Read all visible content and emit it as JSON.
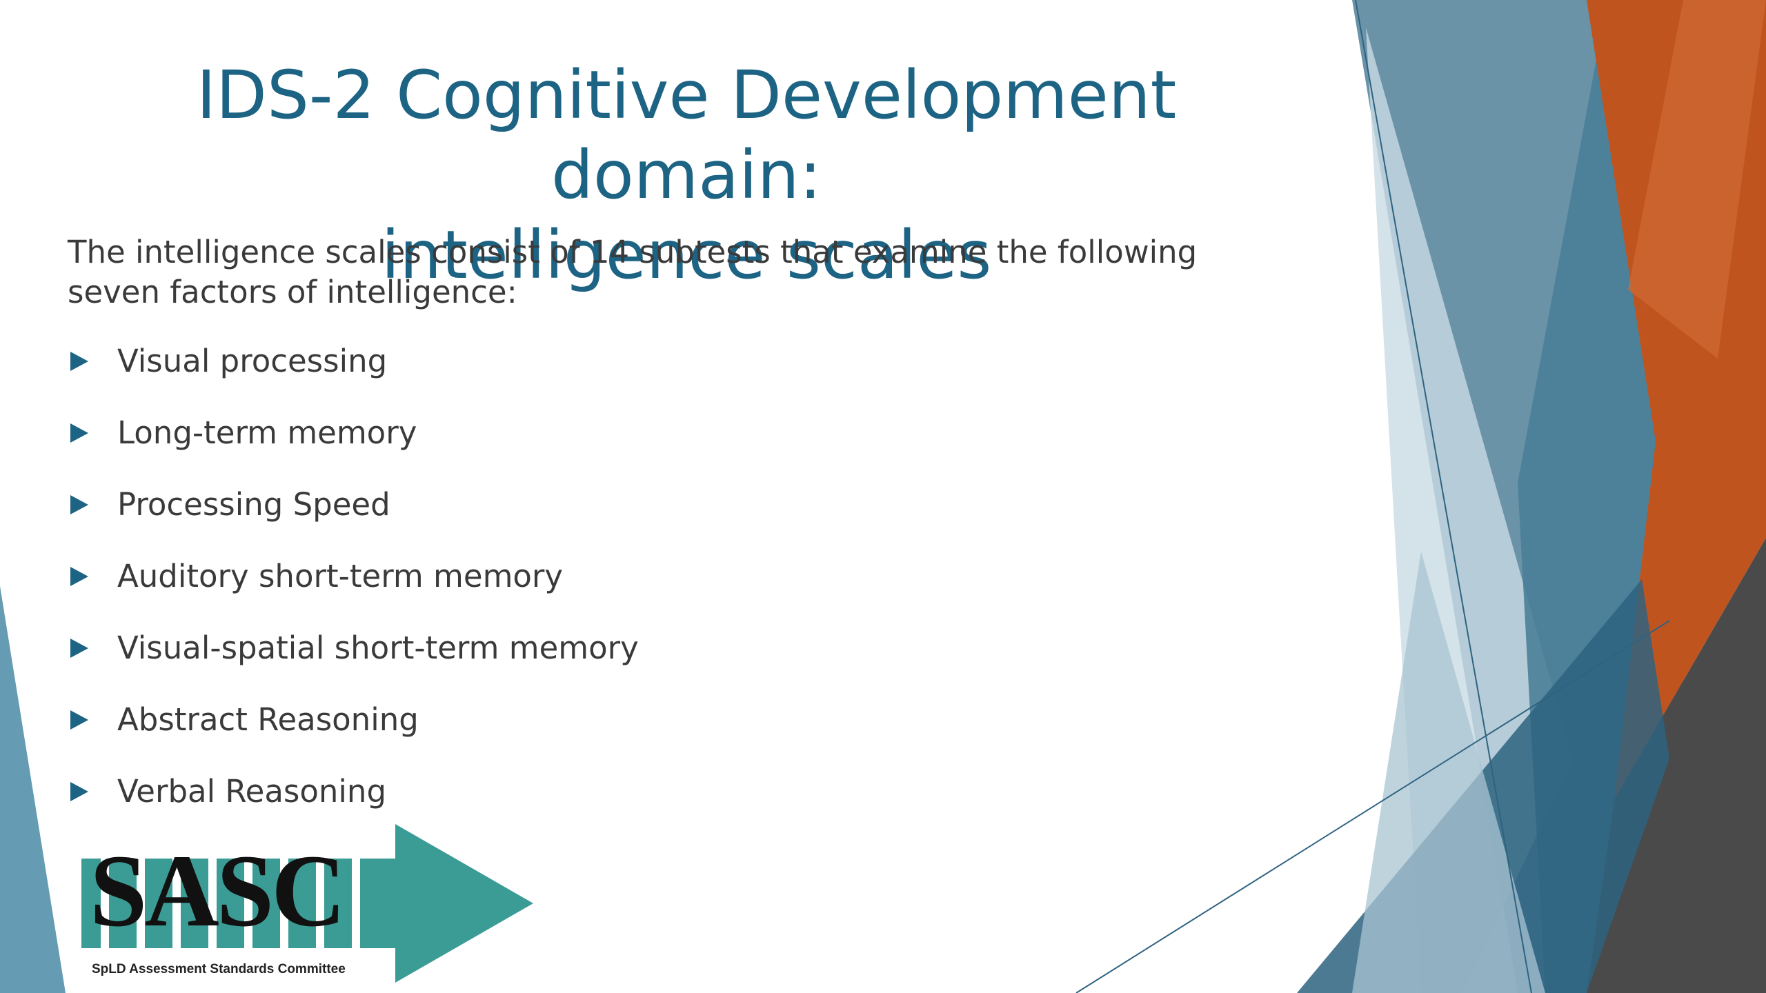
{
  "slide": {
    "title_line1": "IDS-2 Cognitive Development domain:",
    "title_line2": "intelligence scales",
    "intro": "The intelligence scales consist of 14 subtests that examine the following seven factors of intelligence:",
    "bullets": [
      "Visual processing",
      "Long-term memory",
      "Processing Speed",
      "Auditory short-term memory",
      "Visual-spatial short-term memory",
      "Abstract Reasoning",
      "Verbal Reasoning"
    ]
  },
  "logo": {
    "text": "SASC",
    "subtitle": "SpLD Assessment Standards Committee"
  },
  "colors": {
    "title": "#1c6384",
    "body_text": "#3a3a3a",
    "accent_orange": "#c0541f",
    "accent_teal": "#3b9c95",
    "shape_blue": "#4a7f98",
    "shape_dark": "#4a4a4a"
  },
  "icons": {
    "bullet": "triangle-right-icon",
    "logo_arrow": "arrow-right-icon"
  }
}
